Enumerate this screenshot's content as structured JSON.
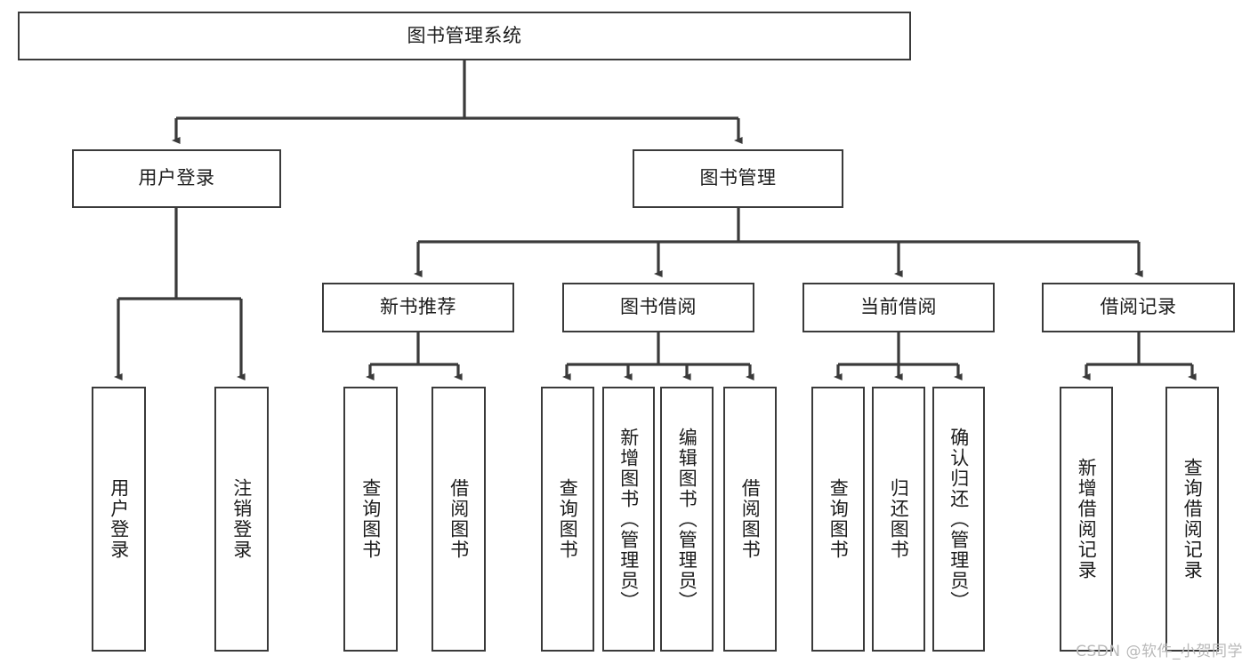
{
  "diagram": {
    "type": "tree",
    "title": "图书管理系统",
    "watermark": "CSDN @软件_小贺同学",
    "colors": {
      "box_border": "#3a3a3a",
      "box_fill": "#ffffff",
      "edge": "#3a3a3a",
      "text": "#1c1c1c",
      "watermark": "#b9b9b9",
      "background": "#ffffff"
    },
    "nodes": {
      "root": {
        "label": "图书管理系统"
      },
      "level2": [
        {
          "id": "user-login",
          "label": "用户登录"
        },
        {
          "id": "book-manage",
          "label": "图书管理"
        }
      ],
      "level3": [
        {
          "id": "new-book-recommend",
          "label": "新书推荐"
        },
        {
          "id": "book-borrow",
          "label": "图书借阅"
        },
        {
          "id": "current-borrow",
          "label": "当前借阅"
        },
        {
          "id": "borrow-record",
          "label": "借阅记录"
        }
      ],
      "leaves": {
        "user-login": [
          {
            "id": "leaf-user-login",
            "label": "用户登录"
          },
          {
            "id": "leaf-logout-login",
            "label": "注销登录"
          }
        ],
        "new-book-recommend": [
          {
            "id": "leaf-query-book-1",
            "label": "查询图书"
          },
          {
            "id": "leaf-borrow-book-1",
            "label": "借阅图书"
          }
        ],
        "book-borrow": [
          {
            "id": "leaf-query-book-2",
            "label": "查询图书"
          },
          {
            "id": "leaf-add-book",
            "label": "新增图书（管理员）"
          },
          {
            "id": "leaf-edit-book",
            "label": "编辑图书（管理员）"
          },
          {
            "id": "leaf-borrow-book-2",
            "label": "借阅图书"
          }
        ],
        "current-borrow": [
          {
            "id": "leaf-query-book-3",
            "label": "查询图书"
          },
          {
            "id": "leaf-return-book",
            "label": "归还图书"
          },
          {
            "id": "leaf-confirm-return",
            "label": "确认归还（管理员）"
          }
        ],
        "borrow-record": [
          {
            "id": "leaf-add-record",
            "label": "新增借阅记录"
          },
          {
            "id": "leaf-query-record",
            "label": "查询借阅记录"
          }
        ]
      }
    }
  }
}
